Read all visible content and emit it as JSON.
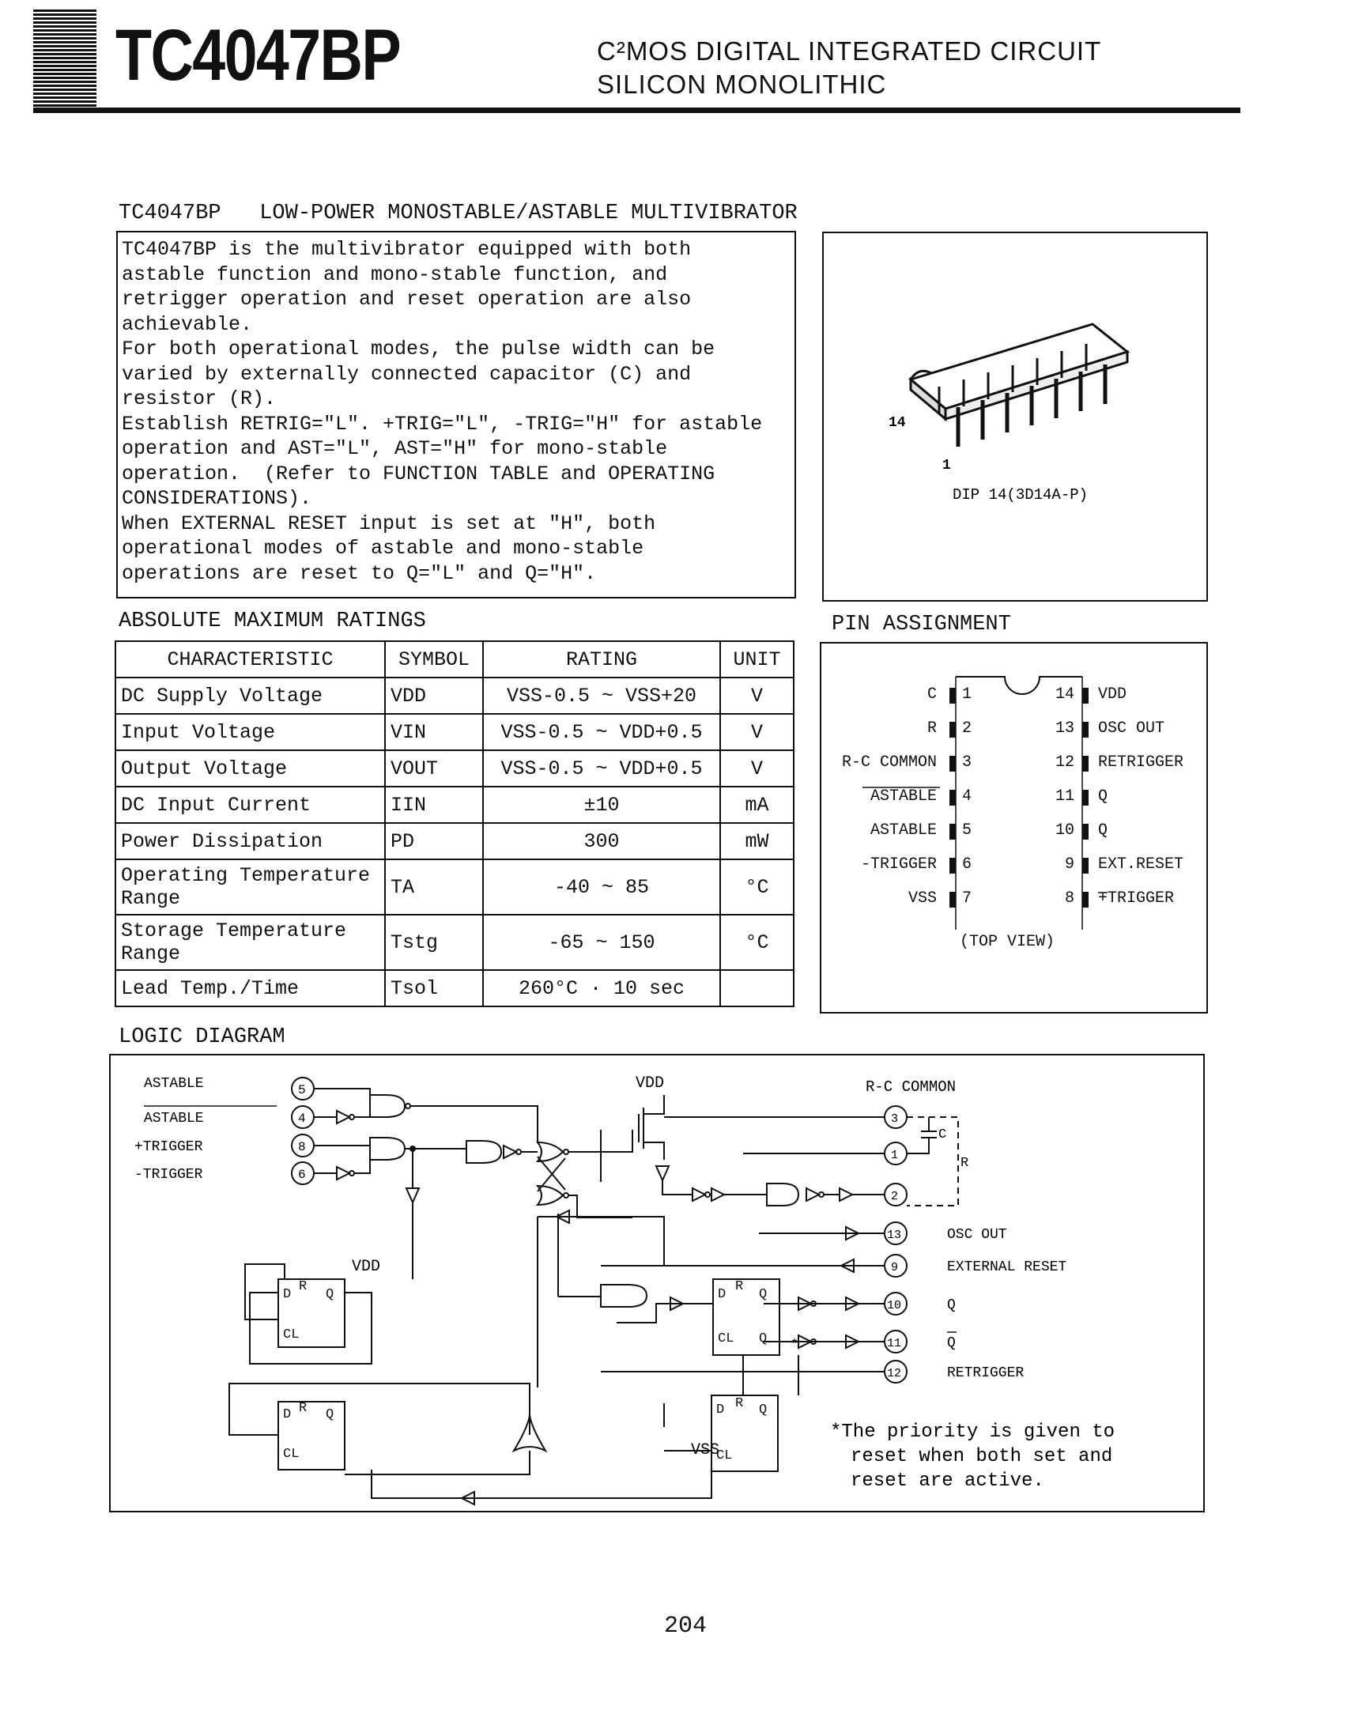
{
  "header": {
    "part_number": "TC4047BP",
    "subtitle_line1": "C²MOS DIGITAL INTEGRATED CIRCUIT",
    "subtitle_line2": "SILICON MONOLITHIC"
  },
  "product_title": "TC4047BP   LOW-POWER MONOSTABLE/ASTABLE MULTIVIBRATOR",
  "description_lines": [
    "TC4047BP is the multivibrator equipped with both",
    "astable function and mono-stable function, and",
    "retrigger operation and reset operation are also",
    "achievable.",
    "For both operational modes, the pulse width can be",
    "varied by externally connected capacitor (C) and",
    "resistor (R).",
    "Establish RETRIG=\"L\". +TRIG=\"L\", -TRIG=\"H\" for astable",
    "operation and AST=\"L\", AST=\"H\" for mono-stable",
    "operation.  (Refer to FUNCTION TABLE and OPERATING",
    "CONSIDERATIONS).",
    "When EXTERNAL RESET input is set at \"H\", both",
    "operational modes of astable and mono-stable",
    "operations are reset to Q=\"L\" and Q=\"H\"."
  ],
  "package": {
    "label": "DIP 14(3D14A-P)",
    "pin14": "14",
    "pin1": "1"
  },
  "ratings": {
    "title": "ABSOLUTE MAXIMUM RATINGS",
    "headers": [
      "CHARACTERISTIC",
      "SYMBOL",
      "RATING",
      "UNIT"
    ],
    "rows": [
      {
        "characteristic": "DC Supply Voltage",
        "symbol": "VDD",
        "rating": "VSS-0.5 ~ VSS+20",
        "unit": "V"
      },
      {
        "characteristic": "Input Voltage",
        "symbol": "VIN",
        "rating": "VSS-0.5 ~ VDD+0.5",
        "unit": "V"
      },
      {
        "characteristic": "Output Voltage",
        "symbol": "VOUT",
        "rating": "VSS-0.5 ~ VDD+0.5",
        "unit": "V"
      },
      {
        "characteristic": "DC Input Current",
        "symbol": "IIN",
        "rating": "±10",
        "unit": "mA"
      },
      {
        "characteristic": "Power Dissipation",
        "symbol": "PD",
        "rating": "300",
        "unit": "mW"
      },
      {
        "characteristic": "Operating Temperature Range",
        "symbol": "TA",
        "rating": "-40 ~ 85",
        "unit": "°C"
      },
      {
        "characteristic": "Storage Temperature Range",
        "symbol": "Tstg",
        "rating": "-65 ~ 150",
        "unit": "°C"
      },
      {
        "characteristic": "Lead Temp./Time",
        "symbol": "Tsol",
        "rating": "260°C · 10 sec",
        "unit": ""
      }
    ]
  },
  "pin_assignment": {
    "title": "PIN ASSIGNMENT",
    "left": [
      {
        "num": "1",
        "name": "C"
      },
      {
        "num": "2",
        "name": "R"
      },
      {
        "num": "3",
        "name": "R-C COMMON"
      },
      {
        "num": "4",
        "name": "ASTABLE"
      },
      {
        "num": "5",
        "name": "ASTABLE"
      },
      {
        "num": "6",
        "name": "-TRIGGER"
      },
      {
        "num": "7",
        "name": "VSS"
      }
    ],
    "right": [
      {
        "num": "14",
        "name": "VDD"
      },
      {
        "num": "13",
        "name": "OSC OUT"
      },
      {
        "num": "12",
        "name": "RETRIGGER"
      },
      {
        "num": "11",
        "name": "Q"
      },
      {
        "num": "10",
        "name": "Q"
      },
      {
        "num": "9",
        "name": "EXT.RESET"
      },
      {
        "num": "8",
        "name": "+TRIGGER"
      }
    ],
    "view_label": "(TOP VIEW)"
  },
  "logic_diagram": {
    "title": "LOGIC DIAGRAM",
    "inputs": [
      {
        "pin": "5",
        "name": "ASTABLE"
      },
      {
        "pin": "4",
        "name": "ASTABLE"
      },
      {
        "pin": "8",
        "name": "+TRIGGER"
      },
      {
        "pin": "6",
        "name": "-TRIGGER"
      }
    ],
    "right_pins": [
      {
        "pin": "3",
        "name": ""
      },
      {
        "pin": "1",
        "name": ""
      },
      {
        "pin": "2",
        "name": ""
      },
      {
        "pin": "13",
        "name": "OSC OUT"
      },
      {
        "pin": "9",
        "name": "EXTERNAL RESET"
      },
      {
        "pin": "10",
        "name": "Q"
      },
      {
        "pin": "11",
        "name": "Q"
      },
      {
        "pin": "12",
        "name": "RETRIGGER"
      }
    ],
    "vdd_label": "VDD",
    "vss_label": "VSS",
    "rc_common_label": "R-C COMMON",
    "c_label": "C",
    "r_label": "R",
    "note_lines": [
      "*The priority is given to",
      "reset when both set and",
      "reset are active."
    ]
  },
  "page_number": "204"
}
